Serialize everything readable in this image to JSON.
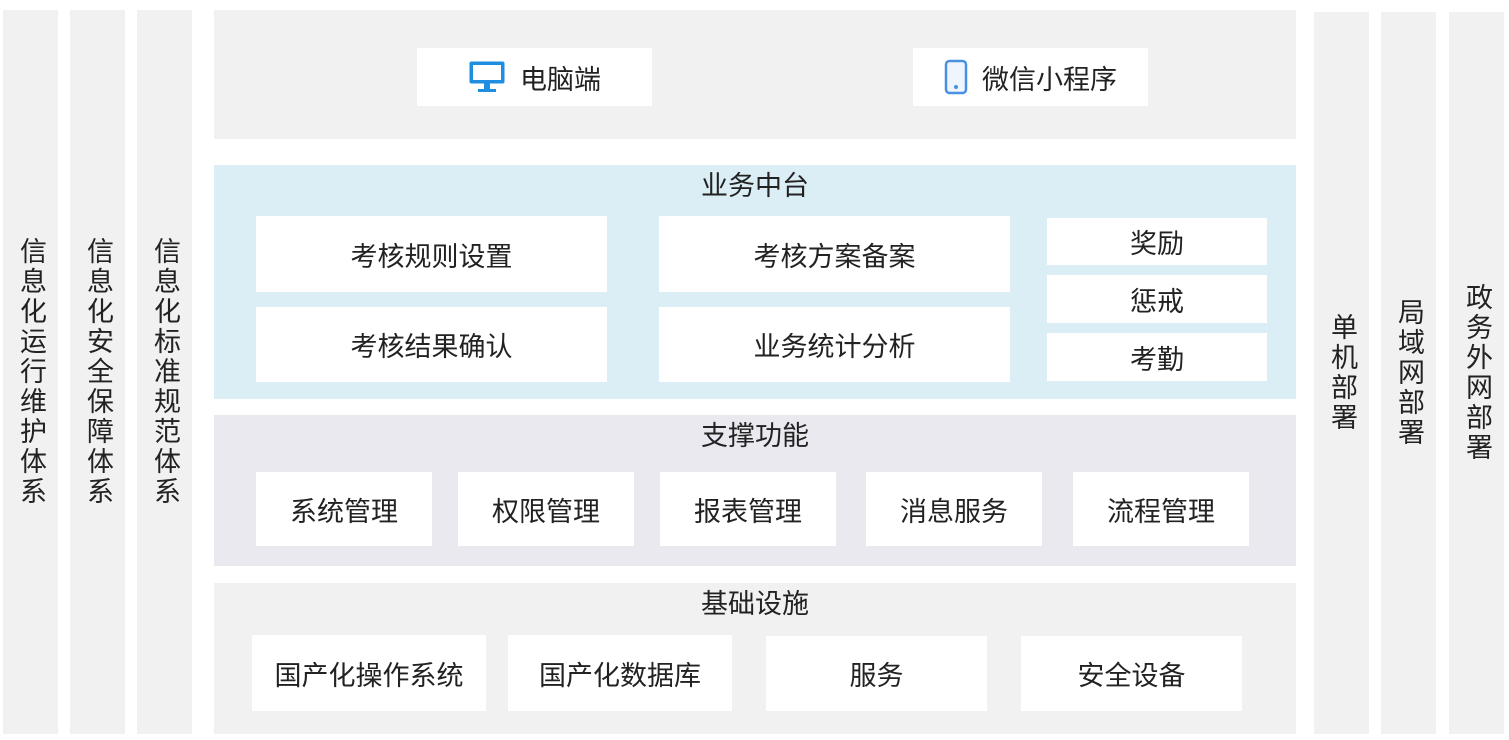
{
  "left_columns": [
    {
      "label": "信息化运行维护体系"
    },
    {
      "label": "信息化安全保障体系"
    },
    {
      "label": "信息化标准规范体系"
    }
  ],
  "right_columns": [
    {
      "label": "单机部署"
    },
    {
      "label": "局域网部署"
    },
    {
      "label": "政务外网部署"
    }
  ],
  "clients": {
    "pc": {
      "label": "电脑端",
      "icon": "monitor-icon"
    },
    "mini_program": {
      "label": "微信小程序",
      "icon": "phone-icon"
    }
  },
  "business": {
    "title": "业务中台",
    "items": [
      "考核规则设置",
      "考核方案备案",
      "考核结果确认",
      "业务统计分析"
    ],
    "side_items": [
      "奖励",
      "惩戒",
      "考勤"
    ]
  },
  "support": {
    "title": "支撑功能",
    "items": [
      "系统管理",
      "权限管理",
      "报表管理",
      "消息服务",
      "流程管理"
    ]
  },
  "infrastructure": {
    "title": "基础设施",
    "items": [
      "国产化操作系统",
      "国产化数据库",
      "服务",
      "安全设备"
    ]
  },
  "colors": {
    "column_gray": "#f1f1f1",
    "business_blue": "#dbeef5",
    "support_purple": "#ebe9f0",
    "icon_blue": "#1e8ee0",
    "icon_phone": "#4a90e2"
  }
}
